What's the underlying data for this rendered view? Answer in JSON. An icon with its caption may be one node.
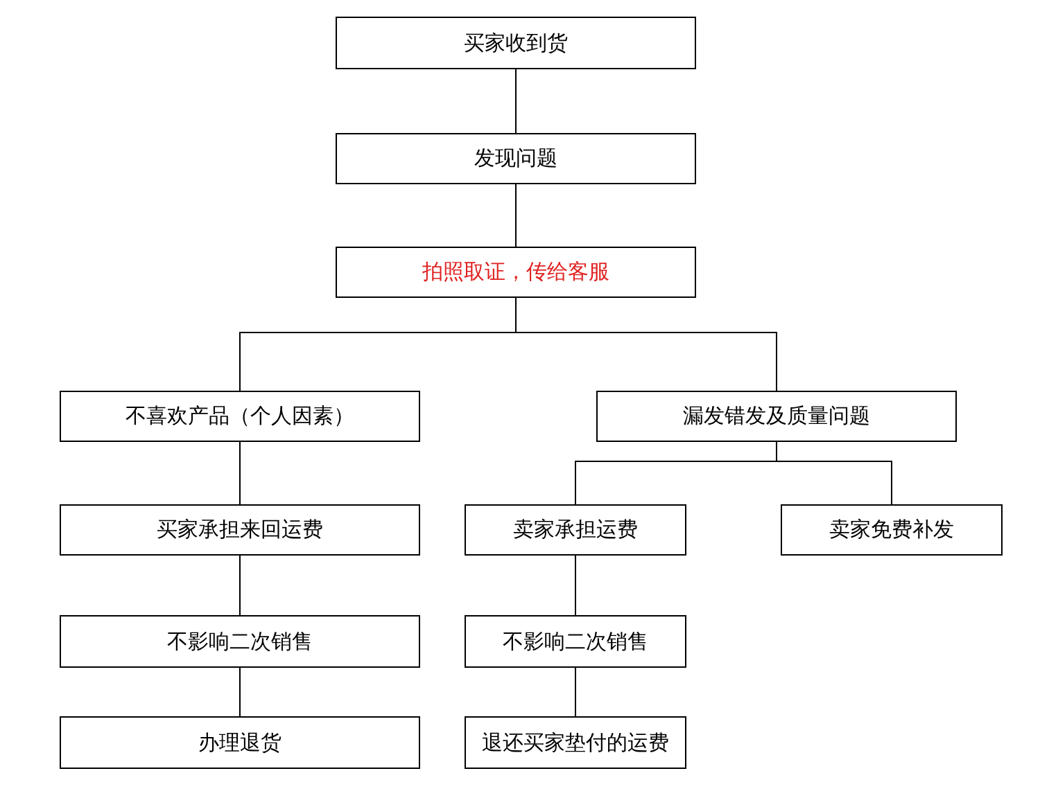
{
  "diagram": {
    "nodes": [
      {
        "text": [
          "买家收到货"
        ]
      },
      {
        "text": [
          "发现问题"
        ]
      },
      {
        "text": [
          "拍照取证，传给客服"
        ]
      },
      {
        "text": [
          "不喜欢产品（个人因素）"
        ]
      },
      {
        "text": [
          "漏发错发及质量问题"
        ]
      },
      {
        "text": [
          "买家承担来回运费"
        ]
      },
      {
        "text": [
          "卖家承担运费"
        ]
      },
      {
        "text": [
          "卖家免费补发"
        ]
      },
      {
        "text": [
          "不影响二次销售"
        ]
      },
      {
        "text": [
          "不影响二次销售"
        ]
      },
      {
        "text": [
          "办理退货"
        ]
      },
      {
        "text": [
          "退还买家垫付的运费"
        ]
      }
    ],
    "edges": [
      {
        "from": 0,
        "to": 1,
        "arrow": "none"
      },
      {
        "from": 1,
        "to": 2,
        "arrow": "none"
      },
      {
        "from": 2,
        "to": 3,
        "arrow": "none"
      },
      {
        "from": 2,
        "to": 4,
        "arrow": "none"
      },
      {
        "from": 3,
        "to": 5,
        "arrow": "none"
      },
      {
        "from": 4,
        "to": 6,
        "arrow": "none"
      },
      {
        "from": 4,
        "to": 7,
        "arrow": "none"
      },
      {
        "from": 5,
        "to": 8,
        "arrow": "none"
      },
      {
        "from": 6,
        "to": 9,
        "arrow": "none"
      },
      {
        "from": 8,
        "to": 10,
        "arrow": "none"
      },
      {
        "from": 9,
        "to": 11,
        "arrow": "none"
      }
    ]
  }
}
